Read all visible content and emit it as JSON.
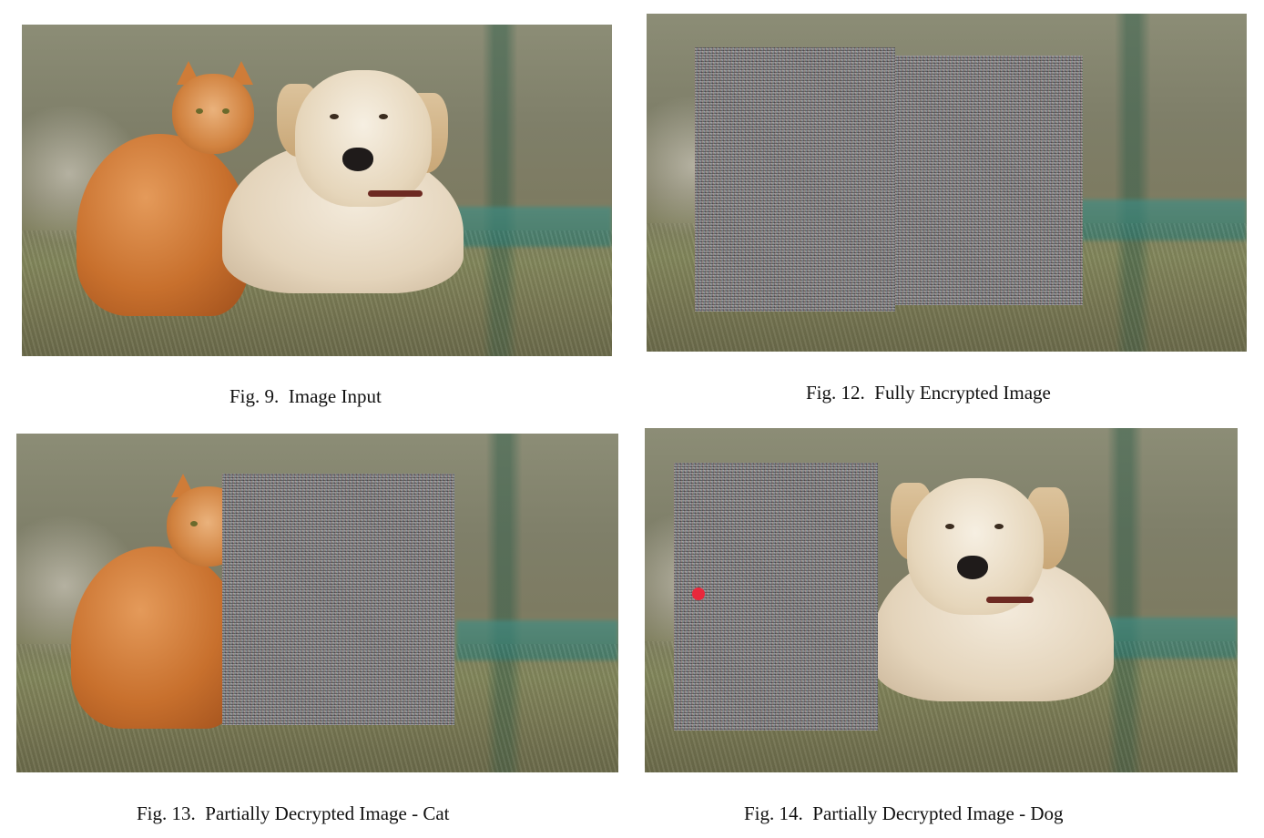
{
  "figures": [
    {
      "caption": "Fig. 9.  Image Input"
    },
    {
      "caption": "Fig. 12.  Fully Encrypted Image"
    },
    {
      "caption": "Fig. 13.  Partially Decrypted Image - Cat"
    },
    {
      "caption": "Fig. 14.  Partially Decrypted Image - Dog"
    }
  ],
  "colors": {
    "marker_dot": "#e8283c",
    "cat_fur": "#c8702d",
    "dog_fur": "#e4d4bb"
  }
}
